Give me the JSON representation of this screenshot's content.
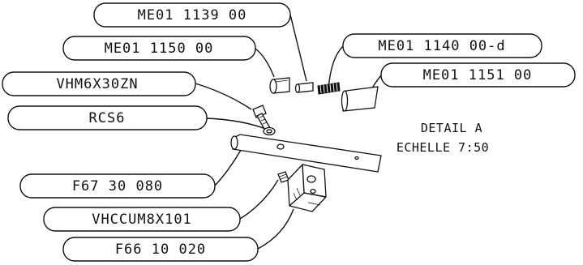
{
  "callouts": [
    {
      "id": "me01-1139-00",
      "text": "ME01 1139 00"
    },
    {
      "id": "me01-1150-00",
      "text": "ME01 1150 00"
    },
    {
      "id": "me01-1140-00-d",
      "text": "ME01 1140 00-d"
    },
    {
      "id": "me01-1151-00",
      "text": "ME01 1151 00"
    },
    {
      "id": "vhm6x30zn",
      "text": "VHM6X30ZN"
    },
    {
      "id": "rcs6",
      "text": "RCS6"
    },
    {
      "id": "f67-30-080",
      "text": "F67 30 080"
    },
    {
      "id": "vhccum8x101",
      "text": "VHCCUM8X101"
    },
    {
      "id": "f66-10-020",
      "text": "F66 10 020"
    }
  ],
  "detail": {
    "title": "DETAIL A",
    "scale": "ECHELLE 7:50"
  }
}
